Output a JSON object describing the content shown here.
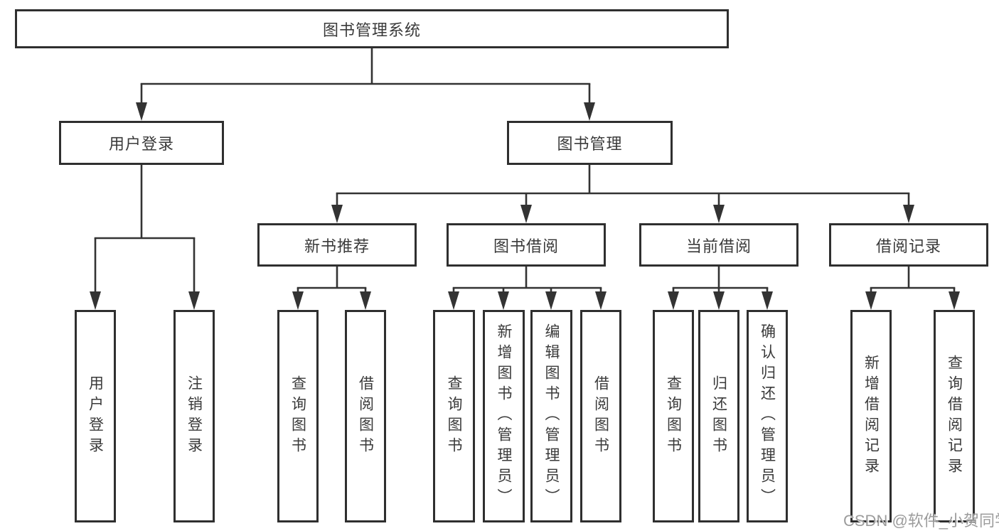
{
  "diagram": {
    "root": "图书管理系统",
    "level2": {
      "user_login": {
        "label": "用户登录",
        "children": [
          "用户登录",
          "注销登录"
        ]
      },
      "book_mgmt": {
        "label": "图书管理",
        "children": {
          "new_book_rec": {
            "label": "新书推荐",
            "children": [
              "查询图书",
              "借阅图书"
            ]
          },
          "book_borrow": {
            "label": "图书借阅",
            "children": [
              "查询图书",
              "新增图书（管理员）",
              "编辑图书（管理员）",
              "借阅图书"
            ]
          },
          "current_borrow": {
            "label": "当前借阅",
            "children": [
              "查询图书",
              "归还图书",
              "确认归还（管理员）"
            ]
          },
          "borrow_record": {
            "label": "借阅记录",
            "children": [
              "新增借阅记录",
              "查询借阅记录"
            ]
          }
        }
      }
    }
  },
  "watermark": "CSDN @软件_小贺同学",
  "colors": {
    "line": "#333333",
    "border": "#2f2f2f",
    "text": "#3a3a3a",
    "watermark": "#9c9c9c"
  }
}
